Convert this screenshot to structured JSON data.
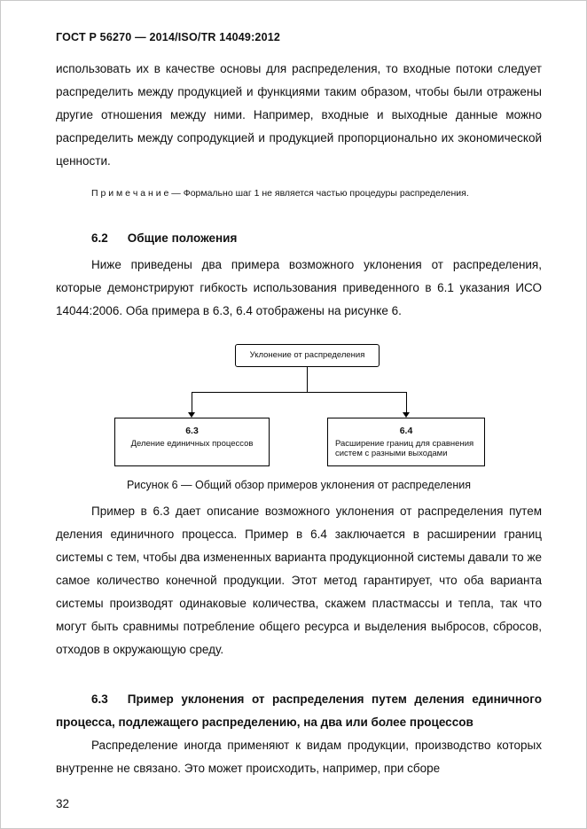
{
  "page": {
    "header": "ГОСТ Р 56270 — 2014/ISO/TR 14049:2012",
    "page_number": "32"
  },
  "content": {
    "para1": "использовать их в качестве основы для распределения, то входные потоки следует распределить между продукцией и функциями таким образом, чтобы были отражены другие отношения между ними. Например, входные и выходные данные можно распределить между сопродукцией и продукцией пропорционально их экономической ценности.",
    "note": "П р и м е ч а н и е  —  Формально шаг 1 не является частью процедуры распределения.",
    "heading_62_num": "6.2",
    "heading_62_title": "Общие положения",
    "para2": "Ниже приведены два примера возможного уклонения от распределения, которые демонстрируют гибкость использования приведенного в 6.1 указания ИСО 14044:2006. Оба примера в 6.3, 6.4 отображены на рисунке 6.",
    "figure": {
      "root_label": "Уклонение от распределения",
      "left_number": "6.3",
      "left_label": "Деление единичных процессов",
      "right_number": "6.4",
      "right_label": "Расширение границ для сравнения систем с разными выходами",
      "caption": "Рисунок 6 — Общий обзор примеров уклонения от распределения"
    },
    "para3": "Пример в 6.3 дает описание возможного уклонения от распределения путем деления единичного процесса. Пример в 6.4 заключается в расширении границ системы с тем, чтобы два измененных варианта продукционной системы давали то же самое количество конечной продукции. Этот метод гарантирует, что оба варианта системы производят одинаковые количества, скажем пластмассы и тепла, так что могут быть сравнимы потребление общего ресурса и выделения выбросов, сбросов, отходов в окружающую среду.",
    "heading_63_num": "6.3",
    "heading_63_title": "Пример уклонения от распределения путем деления единичного процесса, подлежащего распределению, на два или более процессов",
    "para4": "Распределение иногда применяют к видам продукции, производство которых внутренне не связано. Это может происходить, например, при сборе"
  }
}
